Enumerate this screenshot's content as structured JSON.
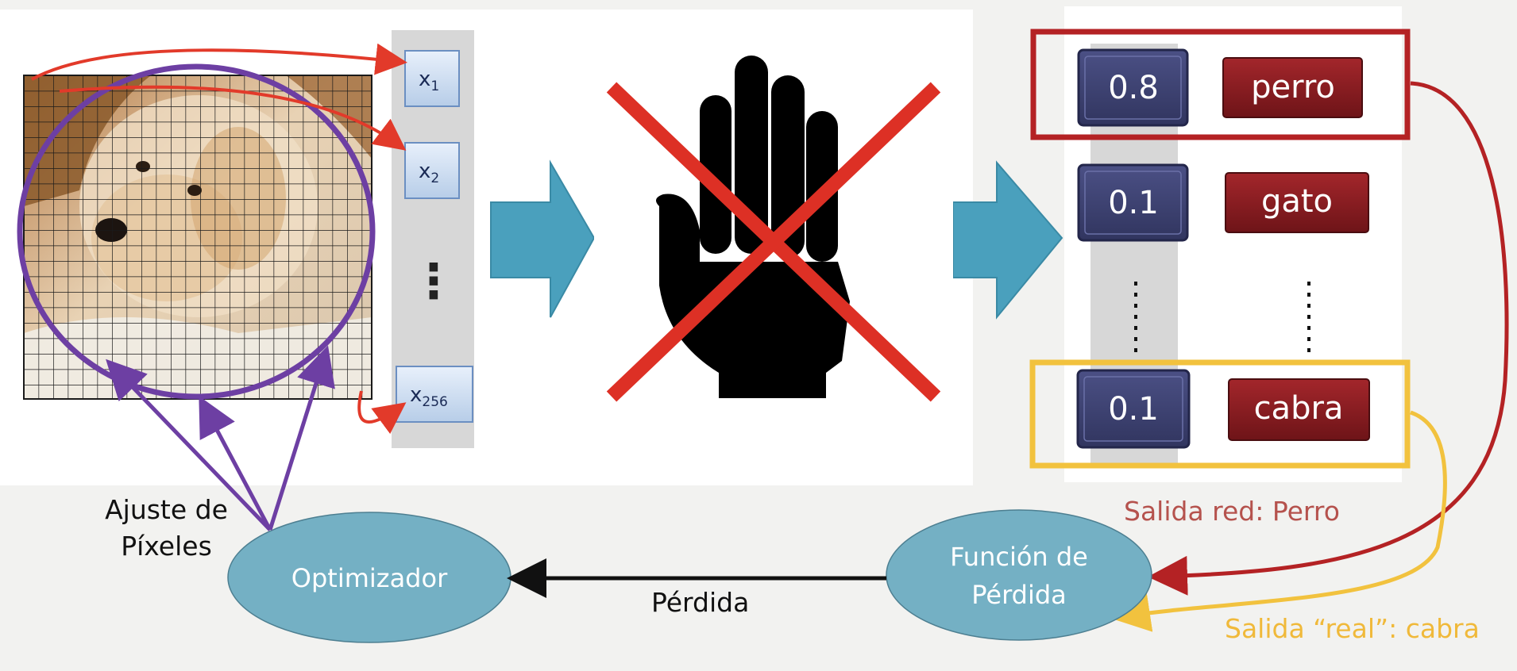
{
  "inputs": {
    "x1": "x",
    "x1_sub": "1",
    "x2": "x",
    "x2_sub": "2",
    "x256": "x",
    "x256_sub": "256",
    "ellipsis": "⋮"
  },
  "outputs": [
    {
      "score": "0.8",
      "label": "perro"
    },
    {
      "score": "0.1",
      "label": "gato"
    },
    {
      "score": "0.1",
      "label": "cabra"
    }
  ],
  "nodes": {
    "optimizer": "Optimizador",
    "loss_line1": "Función de",
    "loss_line2": "Pérdida"
  },
  "labels": {
    "pixel_adjust": "Ajuste de Píxeles",
    "loss": "Pérdida",
    "network_output": "Salida red: Perro",
    "real_output": "Salida “real”:  cabra"
  },
  "colors": {
    "red_arrow": "#e23a2a",
    "purple": "#6d3fa3",
    "teal_arrow": "#4aa0bd",
    "ellipse_fill": "#74b0c4",
    "score_box": "#3b4070",
    "label_box": "#8a1c22",
    "red_frame": "#b42224",
    "yellow_frame": "#f2c23e"
  },
  "icons": {
    "hand": "stop-hand-icon",
    "cross": "red-x-icon"
  }
}
